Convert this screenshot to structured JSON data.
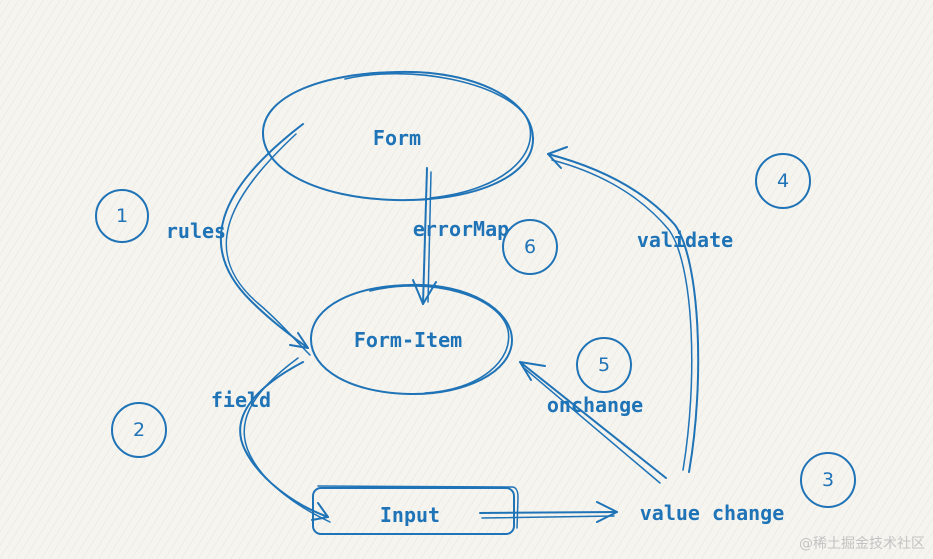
{
  "nodes": {
    "form": "Form",
    "form_item": "Form-Item",
    "input": "Input",
    "value_change": "value change"
  },
  "edges": {
    "rules": "rules",
    "error_map": "errorMap",
    "validate": "validate",
    "field": "field",
    "onchange": "onchange"
  },
  "steps": [
    "1",
    "2",
    "3",
    "4",
    "5",
    "6"
  ],
  "watermark": "@稀土掘金技术社区",
  "colors": {
    "ink": "#1f73b7",
    "watermark": "#c3c3c3"
  }
}
